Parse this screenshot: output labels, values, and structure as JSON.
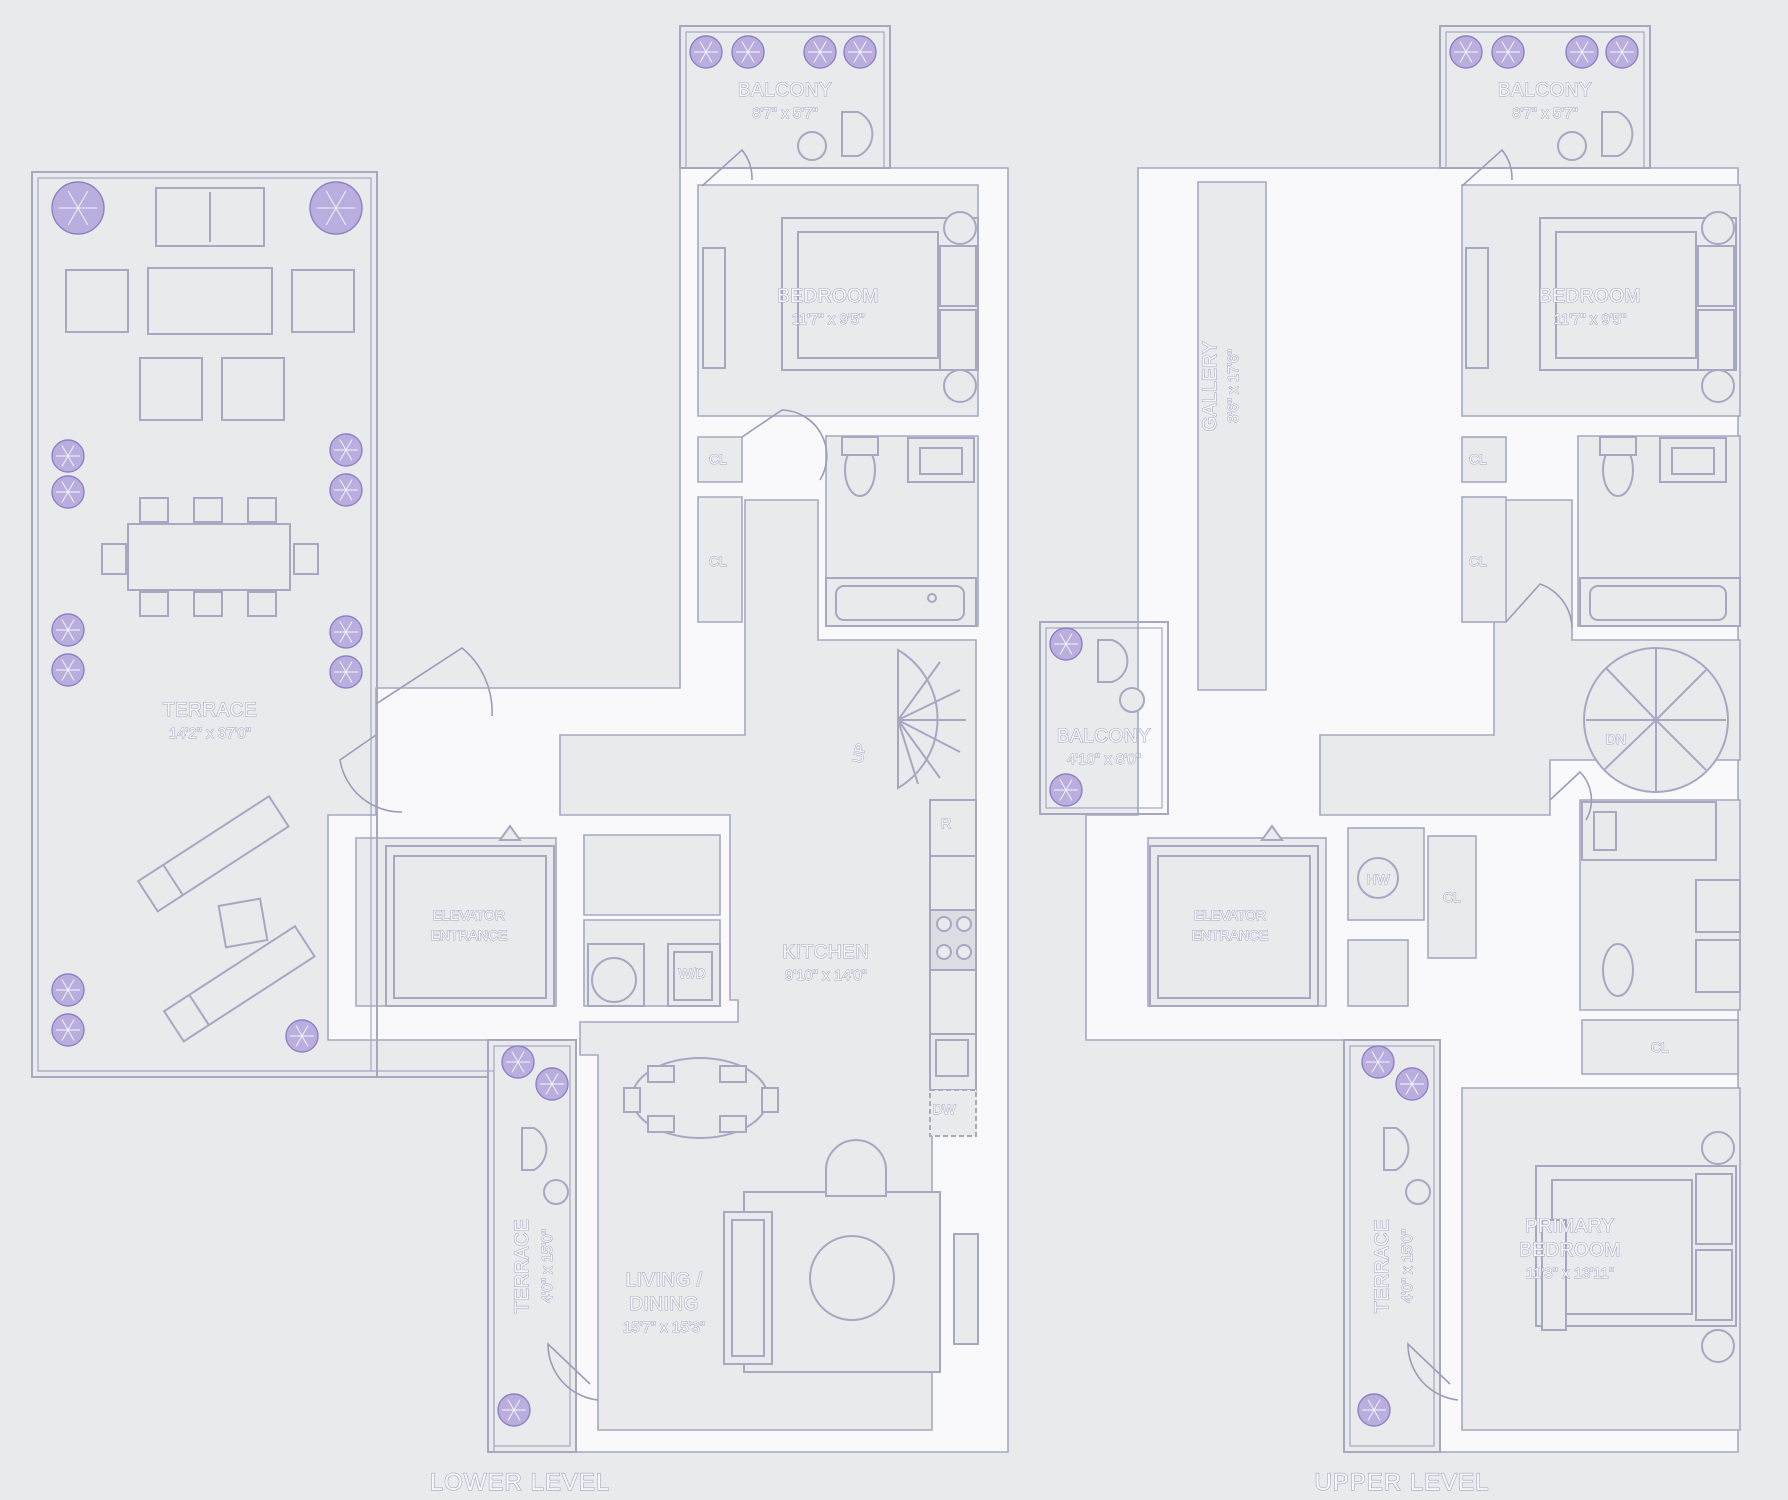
{
  "lower": {
    "level_label": "LOWER LEVEL",
    "balcony": {
      "name": "BALCONY",
      "dim": "8'7\" x 5'7\""
    },
    "bedroom": {
      "name": "BEDROOM",
      "dim": "11'7\" x 9'5\""
    },
    "cl1": "CL",
    "cl2": "CL",
    "terrace_main": {
      "name": "TERRACE",
      "dim": "14'2\" x 37'0\""
    },
    "up": "UP",
    "refrigerator": "R",
    "elevator": {
      "line1": "ELEVATOR",
      "line2": "ENTRANCE"
    },
    "wd": "W/D",
    "kitchen": {
      "name": "KITCHEN",
      "dim": "9'10\" x 14'0\""
    },
    "dw": "DW",
    "terrace_side": {
      "name": "TERRACE",
      "dim": "4'0\" x 15'0\""
    },
    "living": {
      "line1": "LIVING /",
      "line2": "DINING",
      "dim": "15'7\" x 15'3\""
    }
  },
  "upper": {
    "level_label": "UPPER LEVEL",
    "balcony": {
      "name": "BALCONY",
      "dim": "8'7\" x 5'7\""
    },
    "bedroom": {
      "name": "BEDROOM",
      "dim": "11'7\" x 9'5\""
    },
    "cl1": "CL",
    "cl2": "CL",
    "gallery": {
      "name": "GALLERY",
      "dim": "3'6\" x 17'6\""
    },
    "balcony_small": {
      "name": "BALCONY",
      "dim": "4'10\" x 8'0\""
    },
    "dn": "DN",
    "elevator": {
      "line1": "ELEVATOR",
      "line2": "ENTRANCE"
    },
    "hw": "HW",
    "cl3": "CL",
    "cl4": "CL",
    "terrace_side": {
      "name": "TERRACE",
      "dim": "4'0\" x 15'0\""
    },
    "primary": {
      "line1": "PRIMARY",
      "line2": "BEDROOM",
      "dim": "11'3\" x 13'11\""
    }
  },
  "colors": {
    "background": "#e9eaec",
    "wall_fill": "#f9f9fb",
    "line": "#a6a8c2",
    "plant": "#b9aede"
  }
}
